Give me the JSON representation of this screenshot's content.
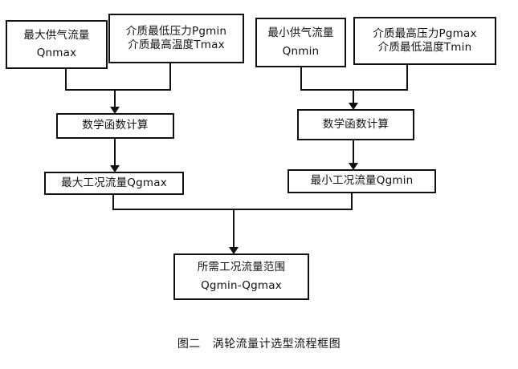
{
  "diagram": {
    "title_caption": "图二   涡轮流量计选型流程框图",
    "nodes": {
      "qnmax": {
        "line1": "最大供气流量",
        "line2": "Qnmax"
      },
      "pgmin_tmax": {
        "line1": "介质最低压力Pgmin",
        "line2": "介质最高温度Tmax"
      },
      "qnmin": {
        "line1": "最小供气流量",
        "line2": "Qnmin"
      },
      "pgmax_tmin": {
        "line1": "介质最高压力Pgmax",
        "line2": "介质最低温度Tmin"
      },
      "calc_left": {
        "line1": "数学函数计算"
      },
      "calc_right": {
        "line1": "数学函数计算"
      },
      "qgmax": {
        "line1": "最大工况流量Qgmax"
      },
      "qgmin": {
        "line1": "最小工况流量Qgmin"
      },
      "result": {
        "line1": "所需工况流量范围",
        "line2": "Qgmin-Qgmax"
      }
    },
    "colors": {
      "background": "#ffffff",
      "stroke": "#111111",
      "text": "#111111"
    }
  }
}
